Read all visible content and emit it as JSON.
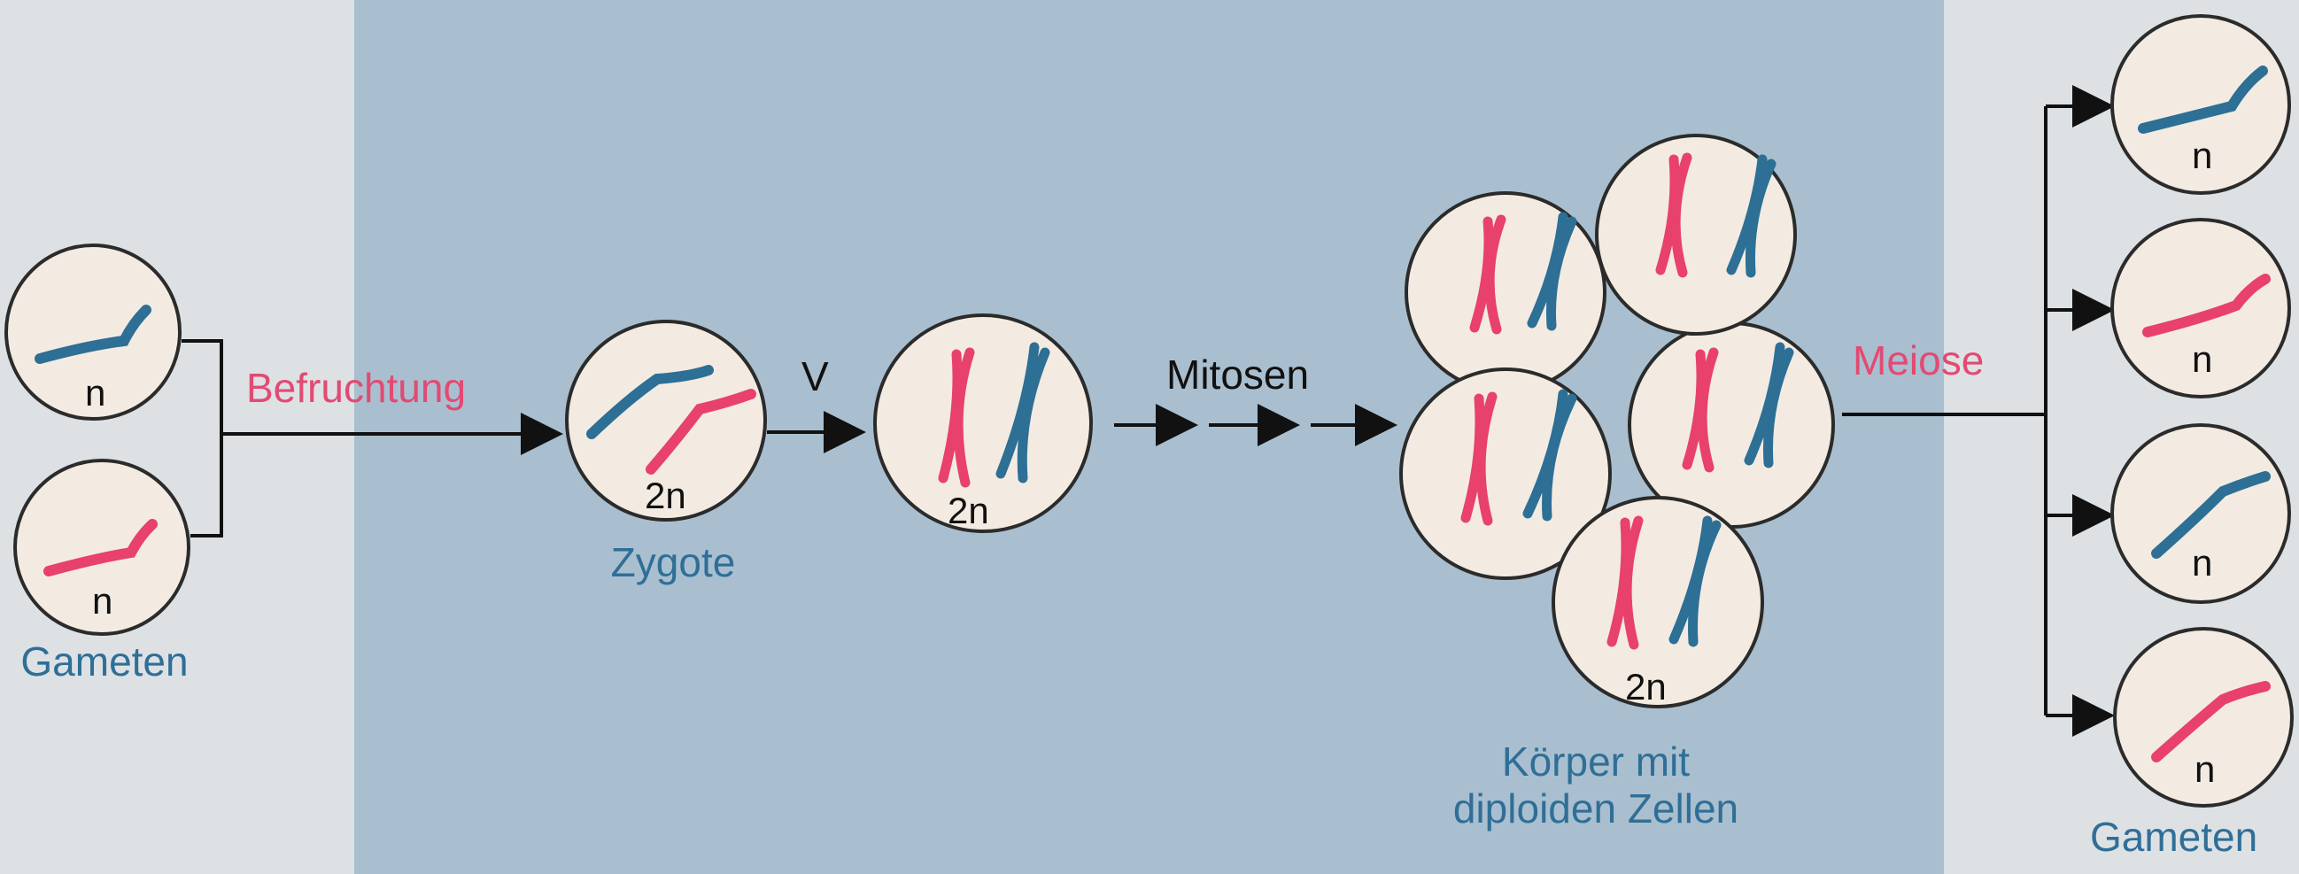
{
  "colors": {
    "background": "#dde1e4",
    "panel": "#a9bfcf",
    "cell_fill": "#f3ebe1",
    "chromosome_blue": "#2d6f95",
    "chromosome_pink": "#e8416b",
    "label_blue": "#2f6f97",
    "label_pink": "#e24a73",
    "arrow": "#111111"
  },
  "labels": {
    "gameten_left": "Gameten",
    "befruchtung": "Befruchtung",
    "zygote": "Zygote",
    "v": "V",
    "mitosen": "Mitosen",
    "koerper_line1": "Körper mit",
    "koerper_line2": "diploiden Zellen",
    "meiose": "Meiose",
    "gameten_right": "Gameten",
    "haploid": "n",
    "diploid": "2n"
  }
}
